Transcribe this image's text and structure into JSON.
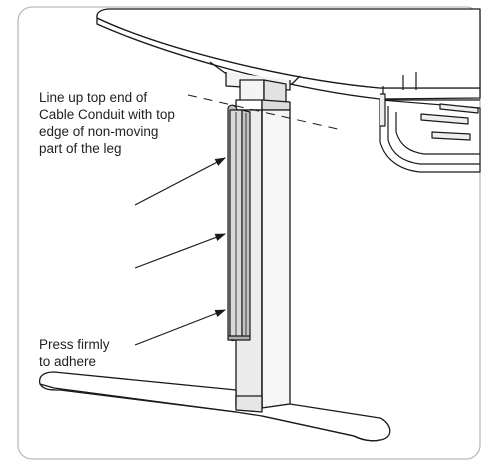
{
  "instructions": {
    "lineup_note": {
      "lines": [
        "Line up top end of",
        "Cable Conduit with top",
        "edge of non-moving",
        "part of the leg"
      ]
    },
    "press_note": {
      "lines": [
        "Press firmly",
        "to adhere"
      ]
    }
  },
  "colors": {
    "stroke": "#1a1a1a",
    "frame": "#bbbbbb",
    "leg_fill": "#ececec",
    "conduit_fill": "#d9d9d9",
    "shadow": "#9c9c9c"
  }
}
